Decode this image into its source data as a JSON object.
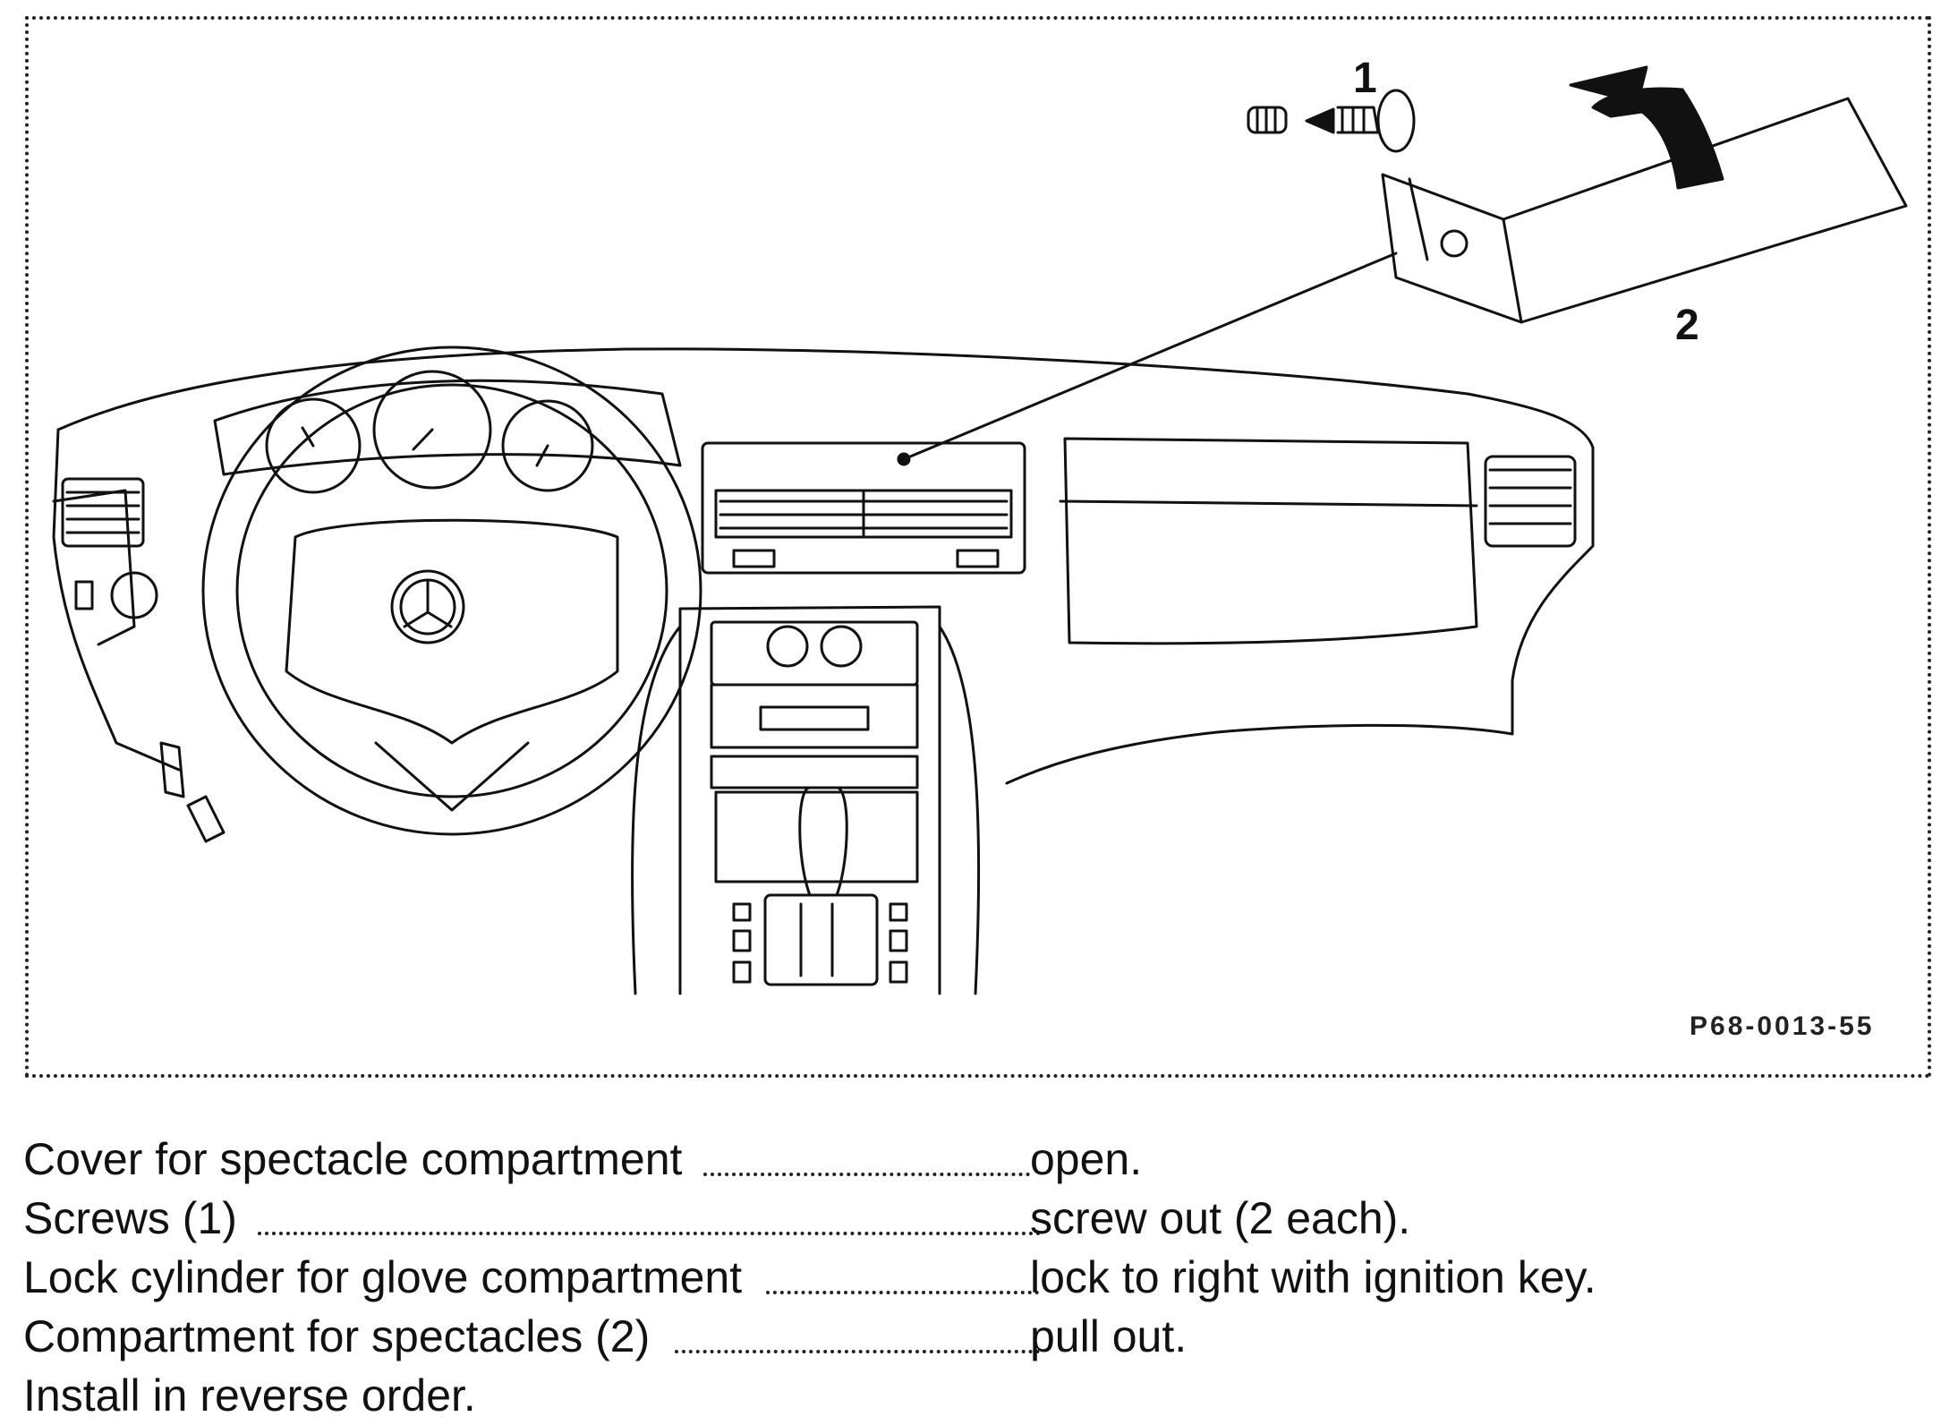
{
  "figure": {
    "callouts": {
      "screws": "1",
      "compartment": "2"
    },
    "figure_code": "P68-0013-55"
  },
  "steps": [
    {
      "part": "Cover for spectacle compartment",
      "action": "open."
    },
    {
      "part": "Screws (1)",
      "action": "screw out (2 each)."
    },
    {
      "part": "Lock cylinder for glove compartment",
      "action": "lock to right with ignition key."
    },
    {
      "part": "Compartment for spectacles (2)",
      "action": "pull out."
    }
  ],
  "final_note": "Install in reverse order."
}
